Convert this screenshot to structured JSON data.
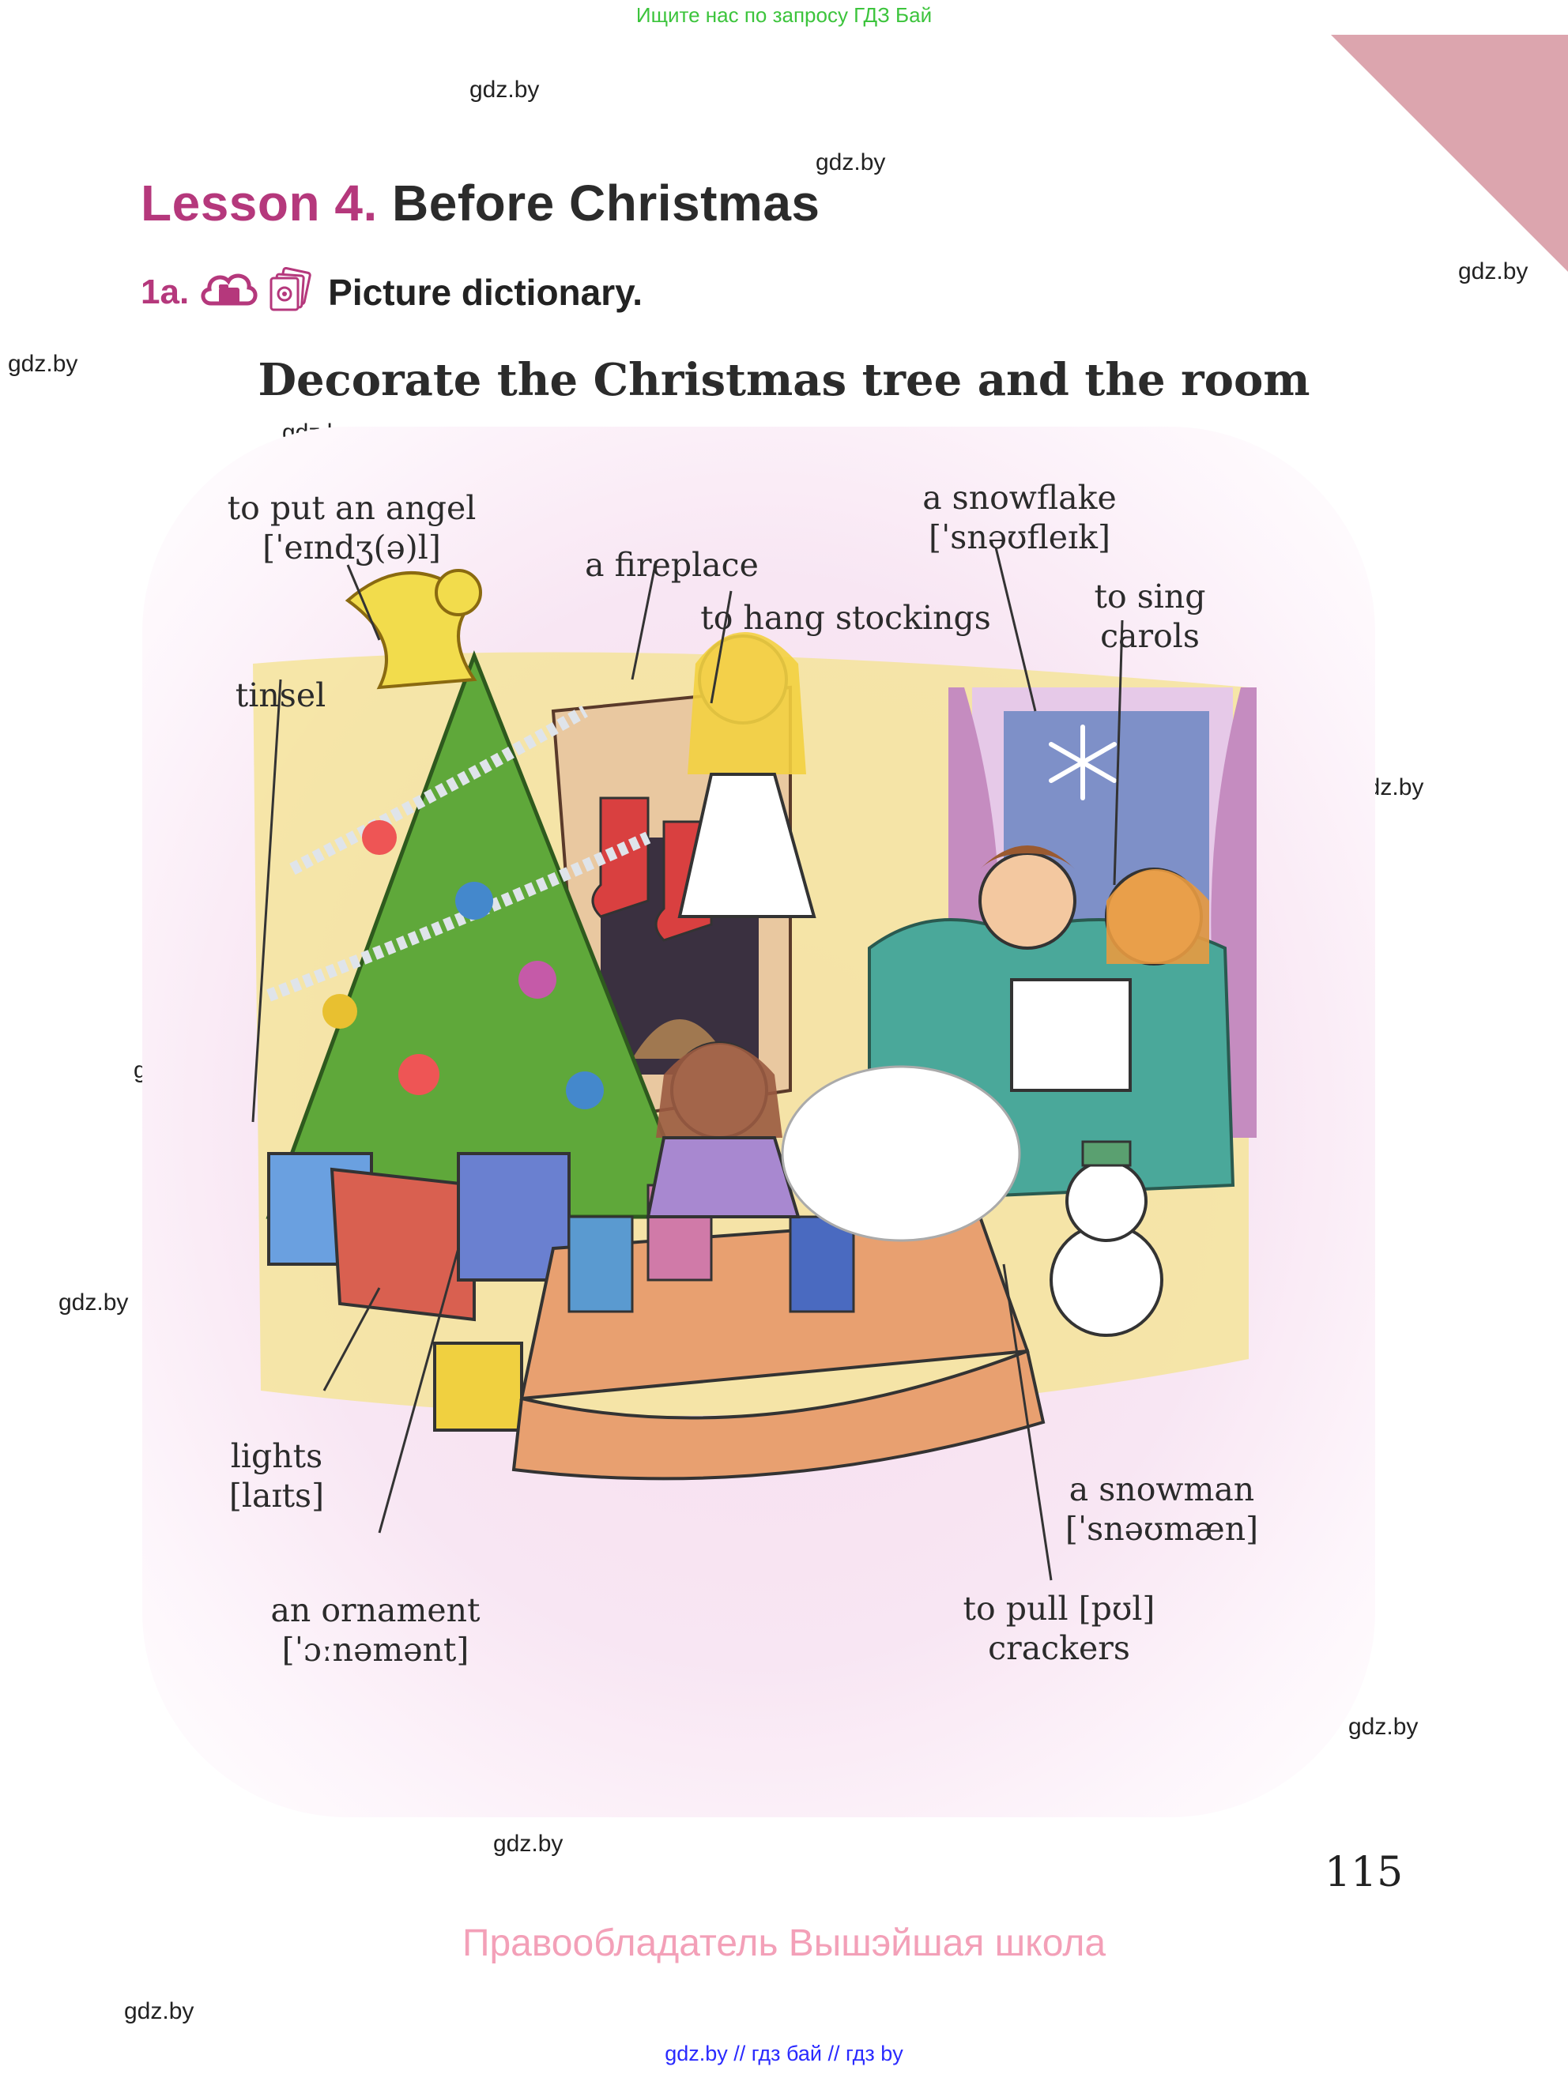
{
  "top_banner": "Ищите нас по запросу ГДЗ Бай",
  "watermark": "gdz.by",
  "lesson": {
    "number": "Lesson 4.",
    "title": "Before Christmas"
  },
  "task": {
    "number": "1a.",
    "icons": [
      "cloud-folder-icon",
      "flashcards-icon"
    ],
    "text": "Picture dictionary."
  },
  "picture_title": "Decorate the Christmas tree and the room",
  "labels": {
    "angel": {
      "line1": "to put an angel",
      "line2": "[ˈeɪndʒ(ə)l]"
    },
    "fireplace": "a fireplace",
    "stockings": "to hang stockings",
    "snowflake": {
      "line1": "a snowflake",
      "line2": "[ˈsnəʊfleɪk]"
    },
    "carols": {
      "line1": "to sing",
      "line2": "carols"
    },
    "tinsel": "tinsel",
    "lights": {
      "line1": "lights",
      "line2": "[laɪts]"
    },
    "ornament": {
      "line1": "an ornament",
      "line2": "[ˈɔːnəmənt]"
    },
    "crackers": {
      "line1": "to pull [pʊl]",
      "line2": "crackers"
    },
    "snowman": {
      "line1": "a snowman",
      "line2": "[ˈsnəʊmæn]"
    }
  },
  "page_number": "115",
  "copyright": "Правообладатель Вышэйшая школа",
  "bottom_links": "gdz.by  //  гдз бай  //  гдз by",
  "colors": {
    "accent": "#b5387c",
    "banner_green": "#3cc43c",
    "corner_pink": "#dca5ae",
    "copyright_pink": "#f3a0b8",
    "link_blue": "#2a2aff"
  }
}
